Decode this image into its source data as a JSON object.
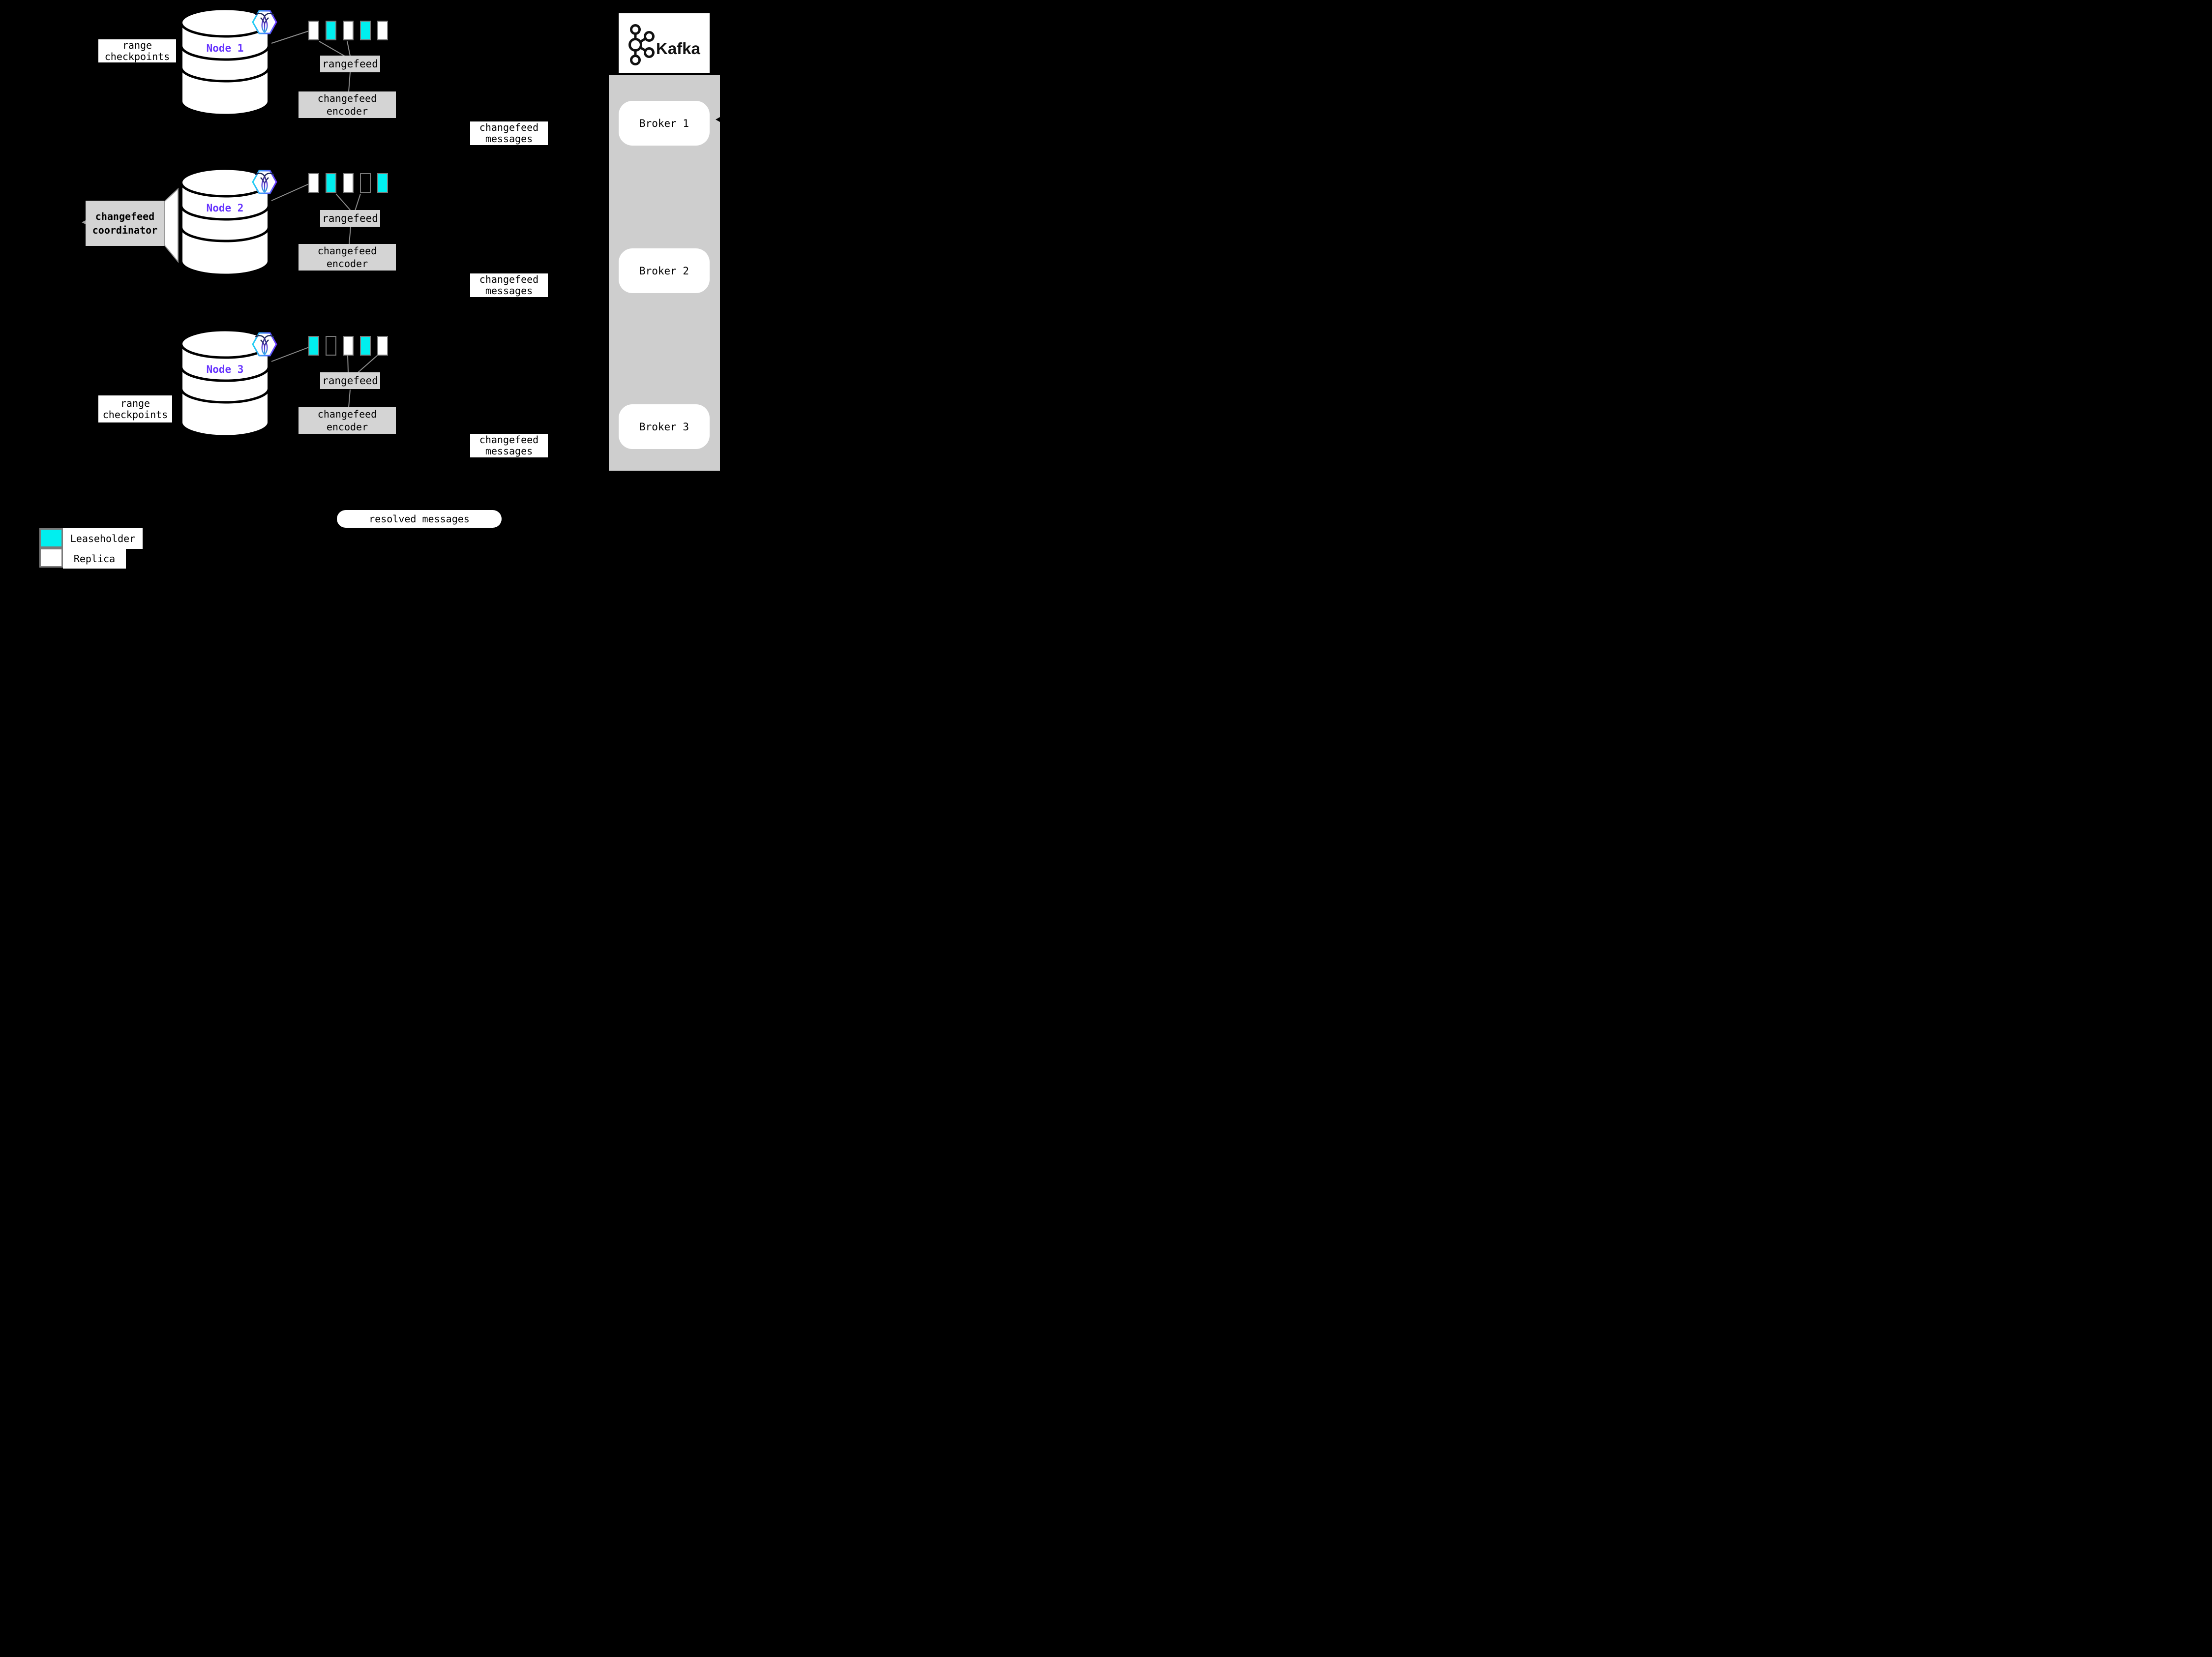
{
  "colors": {
    "leaseholder": "#00efef",
    "replica": "#ffffff",
    "node-label": "#6633ff",
    "box-gray": "#d4d4d4",
    "container-gray": "#cecece",
    "line-gray": "#8c8c8c"
  },
  "labels": {
    "range_checkpoints": "range\ncheckpoints",
    "changefeed_messages": "changefeed\nmessages",
    "coordinator": "changefeed\ncoordinator",
    "rangefeed": "rangefeed",
    "encoder": "changefeed\nencoder",
    "resolved": "resolved messages"
  },
  "nodes": [
    {
      "label": "Node 1",
      "ranges": [
        "replica",
        "leaseholder",
        "replica",
        "leaseholder",
        "replica"
      ]
    },
    {
      "label": "Node 2",
      "ranges": [
        "replica",
        "leaseholder",
        "replica",
        "empty",
        "leaseholder"
      ]
    },
    {
      "label": "Node 3",
      "ranges": [
        "leaseholder",
        "empty",
        "replica",
        "leaseholder",
        "replica"
      ]
    }
  ],
  "kafka": {
    "title": "Kafka",
    "brokers": [
      {
        "label": "Broker 1"
      },
      {
        "label": "Broker 2"
      },
      {
        "label": "Broker 3"
      }
    ]
  },
  "legend": [
    {
      "type": "leaseholder",
      "label": "Leaseholder"
    },
    {
      "type": "replica",
      "label": "Replica"
    }
  ]
}
